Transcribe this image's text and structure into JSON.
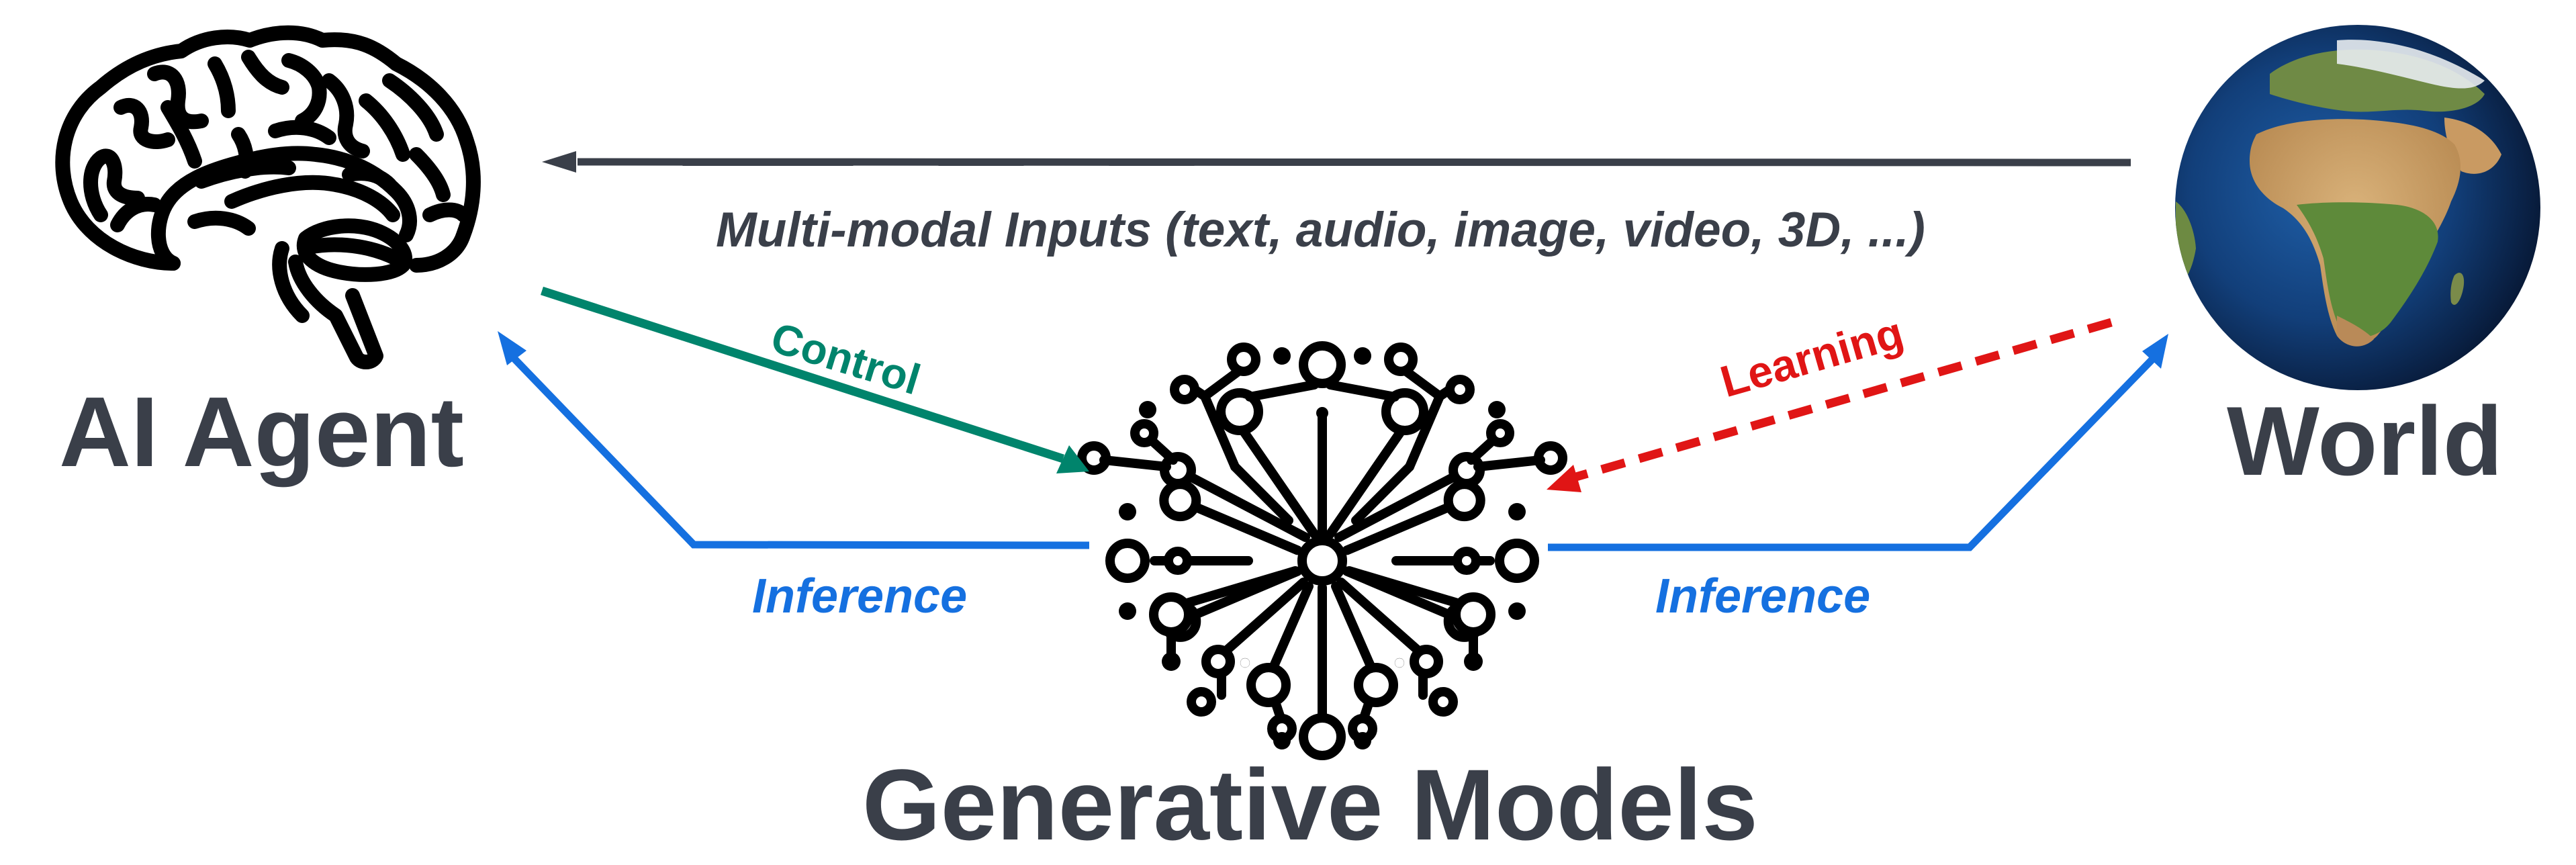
{
  "diagram": {
    "title": "AI Agent, Generative Models and World",
    "colors": {
      "text_dark": "#3a3f49",
      "inputs_arrow": "#3a3f49",
      "control": "#00846c",
      "learning": "#e01515",
      "inference": "#1570e0"
    },
    "nodes": {
      "agent": {
        "label": "AI Agent",
        "icon": "brain-icon"
      },
      "models": {
        "label": "Generative Models",
        "icon": "neural-network-icon"
      },
      "world": {
        "label": "World",
        "icon": "globe-icon"
      }
    },
    "edges": {
      "inputs": {
        "label": "Multi-modal Inputs (text, audio, image, video, 3D, ...)",
        "from": "World",
        "to": "AI Agent",
        "style": "solid"
      },
      "control": {
        "label": "Control",
        "from": "AI Agent",
        "to": "Generative Models",
        "style": "solid"
      },
      "learning": {
        "label": "Learning",
        "from": "World",
        "to": "Generative Models",
        "style": "dashed"
      },
      "inference_left": {
        "label": "Inference",
        "from": "Generative Models",
        "to": "AI Agent",
        "style": "solid"
      },
      "inference_right": {
        "label": "Inference",
        "from": "Generative Models",
        "to": "World",
        "style": "solid"
      }
    }
  }
}
